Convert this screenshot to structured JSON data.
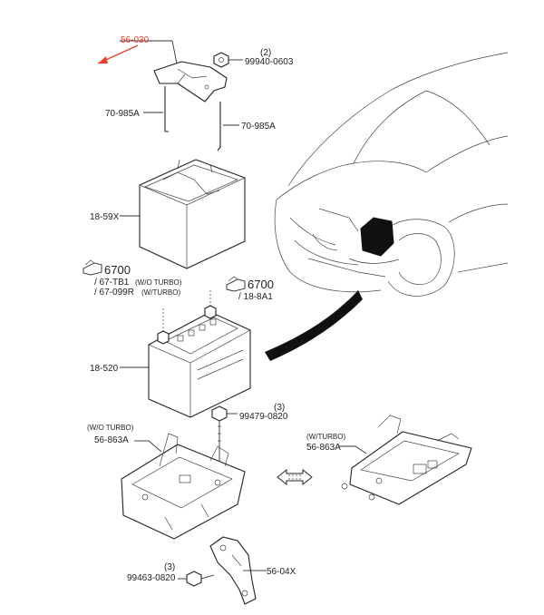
{
  "highlight_color": "#e8402a",
  "labels": {
    "p56030": "56-030",
    "p99940_qty": "(2)",
    "p99940": "99940-0603",
    "p70985a_left": "70-985A",
    "p70985a_right": "70-985A",
    "p1859x": "18-59X",
    "ref6700_left": "6700",
    "ref67tb1": "/ 67-TB1",
    "wo_turbo_a": "(W/O TURBO)",
    "ref67099r": "/ 67-099R",
    "w_turbo_a": "(W/TURBO)",
    "ref6700_right": "6700",
    "ref188a1": "/ 18-8A1",
    "p18520": "18-520",
    "p99479_qty": "(3)",
    "p99479": "99479-0820",
    "wo_turbo_b": "(W/O TURBO)",
    "p56863a_left": "56-863A",
    "w_turbo_b": "(W/TURBO)",
    "p56863a_right": "56-863A",
    "p99463_qty": "(3)",
    "p99463": "99463-0820",
    "p5604x": "56-04X"
  },
  "icons": [
    "pointing-hand-icon",
    "red-arrow-icon",
    "double-arrow-icon"
  ]
}
